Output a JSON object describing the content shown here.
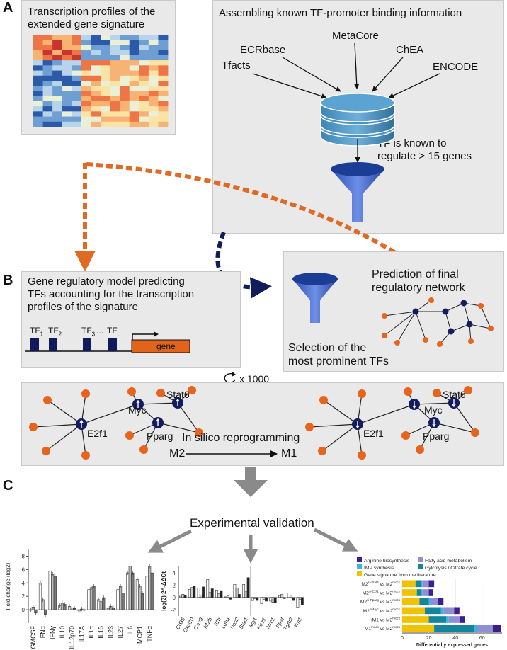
{
  "section_a": {
    "letter": "A",
    "profiles_title_line1": "Transcription profiles of the",
    "profiles_title_line2": "extended gene signature",
    "assembling_title": "Assembling known TF-promoter binding information",
    "databases": [
      "Tfacts",
      "ECRbase",
      "MetaCore",
      "ChEA",
      "ENCODE"
    ],
    "tf_rule_line1": "TF is known to",
    "tf_rule_line2": "regulate > 15 genes"
  },
  "section_b": {
    "letter": "B",
    "model_line1": "Gene regulatory model predicting",
    "model_line2": "TFs accounting for the transcription",
    "model_line3": "profiles of the signature",
    "tf_labels": [
      "TF",
      "TF",
      "TF",
      "TF"
    ],
    "tf_subs": [
      "1",
      "2",
      "3",
      "t"
    ],
    "tf_dots": "...",
    "gene_label": "gene",
    "repeat_label": "x 1000",
    "selection_line1": "Selection of the",
    "selection_line2": "most prominent TFs",
    "prediction_line1": "Prediction of final",
    "prediction_line2": "regulatory network",
    "network_nodes": [
      "Myc",
      "Stat6",
      "E2f1",
      "Pparg"
    ],
    "reprogramming_label": "In silico reprogramming",
    "m2_label": "M2",
    "m1_label": "M1"
  },
  "section_c": {
    "letter": "C",
    "validation_label": "Experimental validation",
    "chart_data": [
      {
        "type": "bar",
        "ylabel": "Fold change (log2)",
        "ylim": [
          -2,
          9
        ],
        "yticks": [
          "0",
          "2",
          "4",
          "6",
          "8"
        ],
        "categories": [
          "GMCSF",
          "IFNα",
          "IFNγ",
          "IL10",
          "IL12p70",
          "IL17A",
          "IL1α",
          "IL1β",
          "IL23",
          "IL27",
          "IL6",
          "MCP1",
          "TNFα"
        ],
        "series": [
          {
            "values": [
              0,
              4,
              5.8,
              0.6,
              0.5,
              -0.2,
              3.0,
              1.5,
              0.2,
              3.0,
              5.5,
              4.5,
              5.0
            ]
          },
          {
            "values": [
              0.4,
              1.5,
              5.3,
              1.0,
              0.3,
              0.1,
              3.3,
              1.2,
              0.5,
              3.5,
              6.5,
              3.5,
              6.5
            ]
          },
          {
            "values": [
              -0.5,
              -0.8,
              5.0,
              0.8,
              0.2,
              0.0,
              3.5,
              1.8,
              0.3,
              2.5,
              5.5,
              2.5,
              5.5
            ]
          }
        ],
        "series_colors": [
          "#ffffff",
          "#bdbdbd",
          "#7a7a7a"
        ]
      },
      {
        "type": "bar",
        "ylabel": "log(2) 2^-ΔΔCt",
        "ylim": [
          -3,
          5
        ],
        "yticks": [
          "4",
          "2",
          "0",
          "-2"
        ],
        "categories": [
          "Cd86",
          "Cxcl10",
          "Cxcl9",
          "Il12b",
          "Il1b",
          "Ldha",
          "Nos2",
          "Stat1",
          "Arg1",
          "Fizz1",
          "Mrc1",
          "Ppat",
          "Tgfb2",
          "Ym1"
        ],
        "series": [
          {
            "values": [
              0.2,
              1.3,
              1.5,
              2.9,
              1.2,
              0.1,
              2.1,
              2.1,
              -0.5,
              -1.0,
              -0.6,
              0.3,
              0.7,
              -1.6
            ]
          },
          {
            "values": [
              0.5,
              1.6,
              0.4,
              0.8,
              0.6,
              0.3,
              1.5,
              1.0,
              -0.2,
              -0.3,
              -0.8,
              0.5,
              0.4,
              -0.3
            ]
          },
          {
            "values": [
              0.3,
              1.8,
              1.7,
              1.4,
              1.1,
              -0.3,
              0.5,
              3.2,
              -0.5,
              -0.6,
              -0.9,
              -0.2,
              -0.5,
              -1.2
            ]
          }
        ],
        "series_colors": [
          "#ffffff",
          "#d0d0d0",
          "#222222"
        ]
      },
      {
        "type": "bar",
        "xlabel": "Differentially expressed genes",
        "xlim": [
          0,
          75
        ],
        "xticks": [
          "0",
          "20",
          "40",
          "60"
        ],
        "legend": [
          "Arginine biosynthesis",
          "Fatty acid metabolism",
          "IMP synthesis",
          "Gylcolysis / Citrate cycle",
          "Gene signature from the literature"
        ],
        "legend_colors": [
          "#3b1f8f",
          "#8f8fd4",
          "#33b5e5",
          "#14859a",
          "#f2c200"
        ],
        "row_labels": [
          {
            "base": "M2",
            "sup": "si-Stat6",
            "rest": " vs M2",
            "sup2": "mock"
          },
          {
            "base": "M2",
            "sup": "si-E2f1",
            "rest": " vs M2",
            "sup2": "mock"
          },
          {
            "base": "M2",
            "sup": "si-Pparg",
            "rest": " vs M2",
            "sup2": "mock"
          },
          {
            "base": "M2",
            "sup": "si-Myc",
            "rest": " vs M2",
            "sup2": "mock"
          },
          {
            "base": "iM1",
            "sup": "",
            "rest": " vs M2",
            "sup2": "mock"
          },
          {
            "base": "M1",
            "sup": "mock",
            "rest": " vs M2",
            "sup2": "mock"
          }
        ],
        "series": [
          {
            "name": "Gene signature from the literature",
            "values": [
              10,
              11,
              13,
              17,
              20,
              24
            ]
          },
          {
            "name": "Gylcolysis / Citrate cycle",
            "values": [
              4,
              3,
              7,
              12,
              13,
              30
            ]
          },
          {
            "name": "IMP synthesis",
            "values": [
              1,
              1,
              1,
              2,
              2,
              2
            ]
          },
          {
            "name": "Fatty acid metabolism",
            "values": [
              5,
              5,
              6,
              8,
              8,
              12
            ]
          },
          {
            "name": "Arginine biosynthesis",
            "values": [
              4,
              3,
              4,
              4,
              4,
              6
            ]
          }
        ]
      }
    ]
  }
}
